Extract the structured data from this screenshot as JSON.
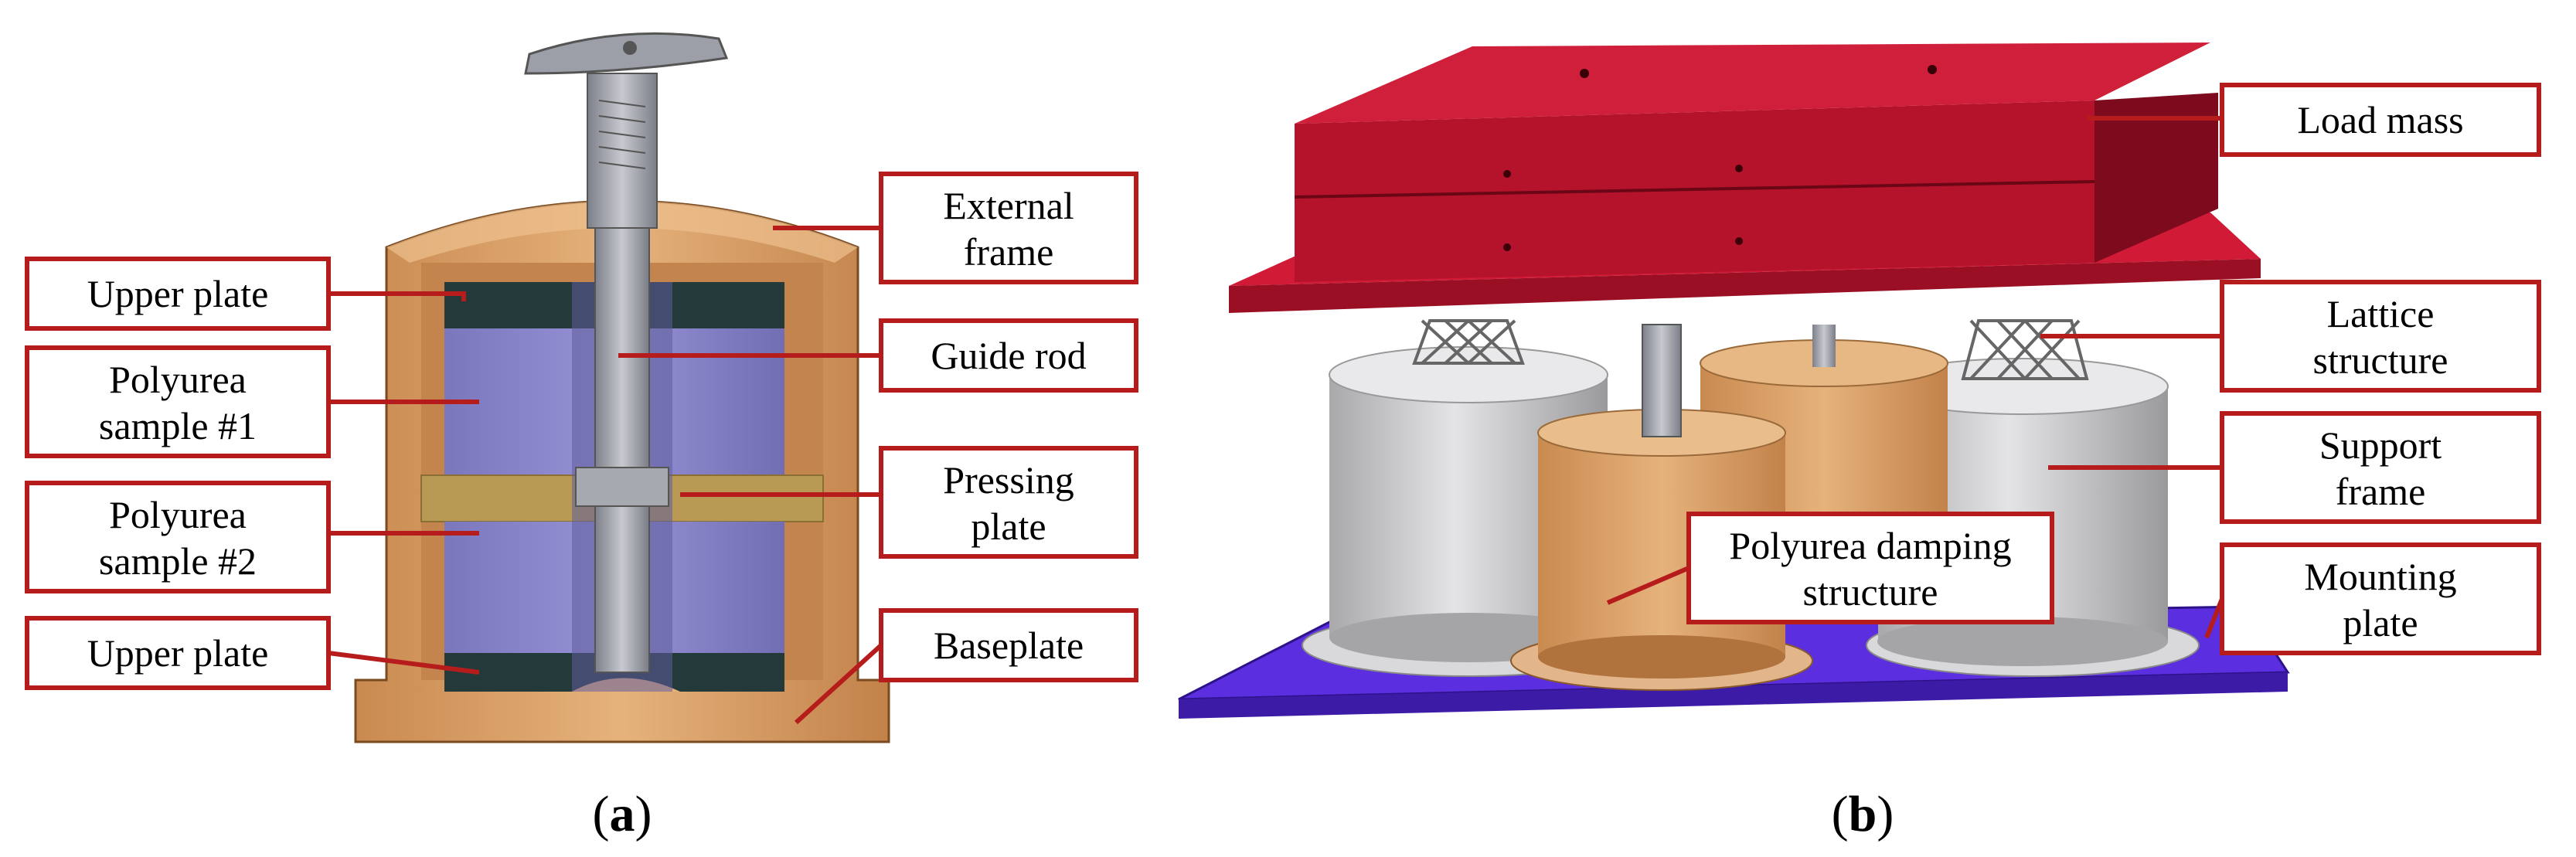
{
  "colors": {
    "callout": "#b71c1c",
    "frame_orange": "#d59a62",
    "polyurea_blue": "#8a86c9",
    "plate_dark": "#243a3a",
    "pressing_plate": "#b99a55",
    "rod_grey": "#9c9fa8",
    "load_red": "#c8102e",
    "support_grey": "#c8c8c8",
    "mounting_purple": "#5b2ee0"
  },
  "panel_a": {
    "caption_open": "(",
    "caption_letter": "a",
    "caption_close": ")",
    "labels": {
      "external_frame_1": "External",
      "external_frame_2": "frame",
      "upper_plate_top": "Upper plate",
      "guide_rod": "Guide rod",
      "polyurea_1_line1": "Polyurea",
      "polyurea_1_line2": "sample #1",
      "pressing_plate_1": "Pressing",
      "pressing_plate_2": "plate",
      "polyurea_2_line1": "Polyurea",
      "polyurea_2_line2": "sample #2",
      "upper_plate_bottom": "Upper plate",
      "baseplate": "Baseplate"
    }
  },
  "panel_b": {
    "caption_open": "(",
    "caption_letter": "b",
    "caption_close": ")",
    "labels": {
      "load_mass": "Load mass",
      "lattice_1": "Lattice",
      "lattice_2": "structure",
      "support_1": "Support",
      "support_2": "frame",
      "damping_1": "Polyurea damping",
      "damping_2": "structure",
      "mounting_1": "Mounting",
      "mounting_2": "plate"
    }
  }
}
